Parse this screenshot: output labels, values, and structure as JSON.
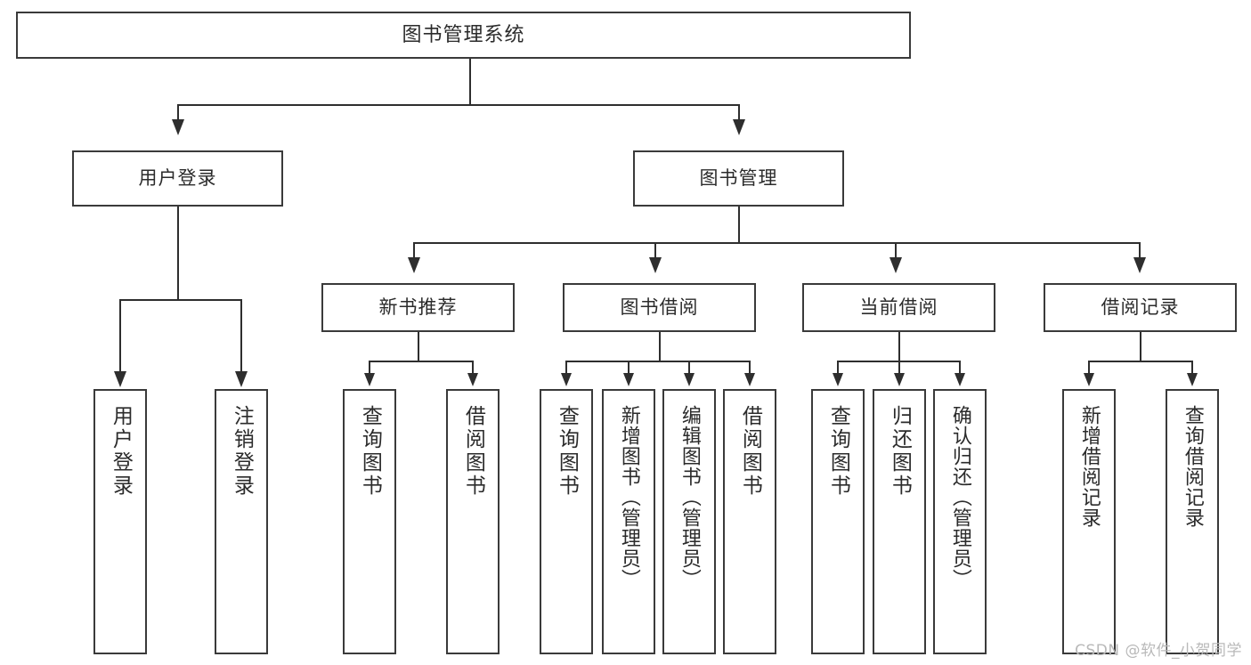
{
  "diagram": {
    "title": "图书管理系统",
    "type": "tree",
    "root": {
      "label": "图书管理系统"
    },
    "level2": [
      {
        "label": "用户登录"
      },
      {
        "label": "图书管理"
      }
    ],
    "level3": [
      {
        "label": "新书推荐"
      },
      {
        "label": "图书借阅"
      },
      {
        "label": "当前借阅"
      },
      {
        "label": "借阅记录"
      }
    ],
    "leaves": {
      "user_login": [
        {
          "label": "用户登录"
        },
        {
          "label": "注销登录"
        }
      ],
      "new_book_rec": [
        {
          "label": "查询图书"
        },
        {
          "label": "借阅图书"
        }
      ],
      "book_borrow": [
        {
          "label": "查询图书"
        },
        {
          "label": "新增图书（管理员）"
        },
        {
          "label": "编辑图书（管理员）"
        },
        {
          "label": "借阅图书"
        }
      ],
      "current_borrow": [
        {
          "label": "查询图书"
        },
        {
          "label": "归还图书"
        },
        {
          "label": "确认归还（管理员）"
        }
      ],
      "borrow_record": [
        {
          "label": "新增借阅记录"
        },
        {
          "label": "查询借阅记录"
        }
      ]
    }
  },
  "watermark": {
    "text": "CSDN @软件_小贺同学"
  },
  "colors": {
    "stroke": "#3a3a3a",
    "connector": "#2e2e2e",
    "text": "#2b2b2b",
    "background": "#ffffff",
    "watermark": "#b9b9b9"
  }
}
